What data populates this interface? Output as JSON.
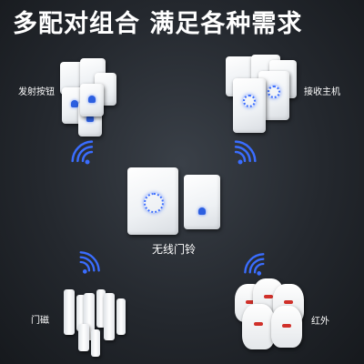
{
  "headline": "多配对组合 满足各种需求",
  "labels": {
    "transmit_button": "发射按钮",
    "receiver_host": "接收主机",
    "wireless_doorbell": "无线门铃",
    "door_magnet": "门磁",
    "infrared": "红外"
  },
  "colors": {
    "background": "#24282e",
    "signal": "#3a6dff",
    "indicator": "#d0302a"
  }
}
